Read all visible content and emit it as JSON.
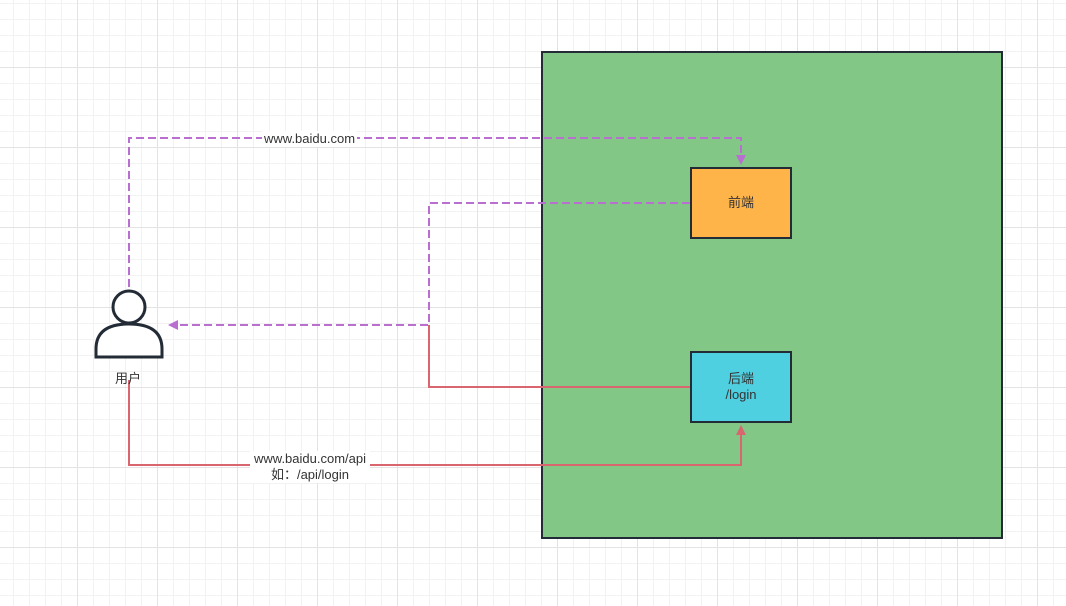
{
  "diagram": {
    "user": {
      "label": "用户"
    },
    "frontend": {
      "label": "前端"
    },
    "backend": {
      "label_line1": "后端",
      "label_line2": "/login"
    },
    "edges": {
      "user_to_frontend": {
        "label": "www.baidu.com"
      },
      "user_to_backend": {
        "label_line1": "www.baidu.com/api",
        "label_line2": "如：/api/login"
      }
    },
    "colors": {
      "server_box": "#82c785",
      "frontend_box": "#ffb44a",
      "backend_box": "#4ed0e1",
      "frontend_edge": "#b86fd0",
      "backend_edge": "#d9666f",
      "outline": "#222b36"
    }
  }
}
